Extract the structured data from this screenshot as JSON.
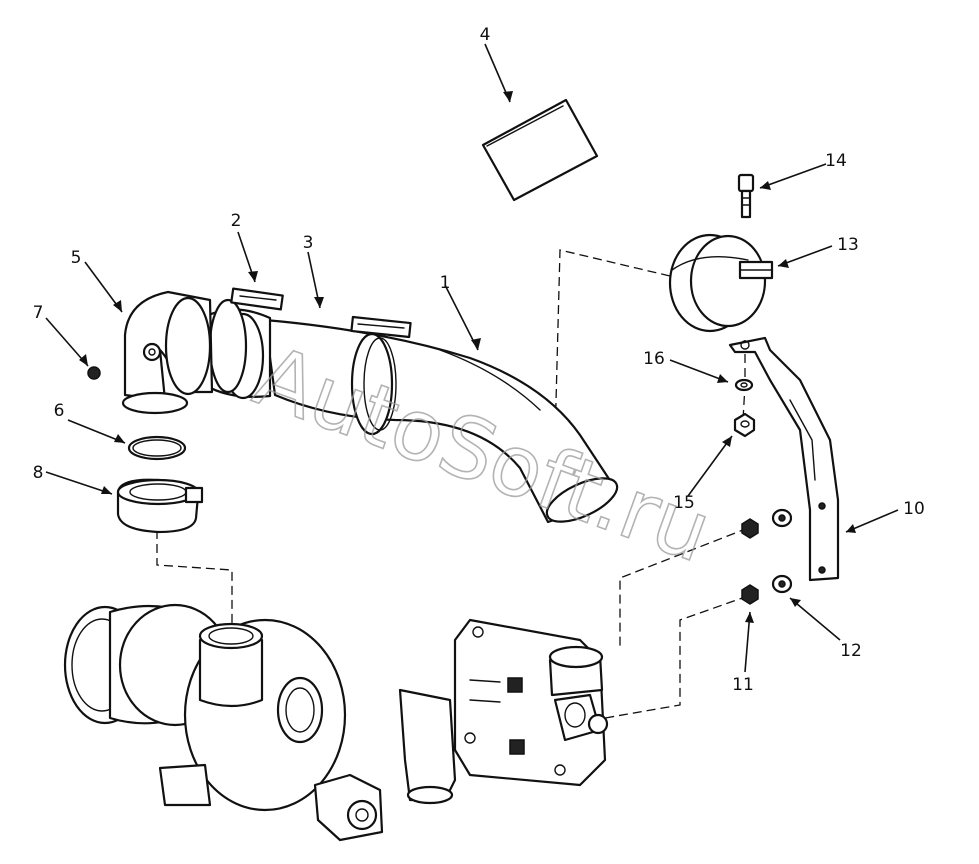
{
  "watermark": "AutoSoft.ru",
  "callouts": [
    {
      "id": "1",
      "label": "1"
    },
    {
      "id": "2",
      "label": "2"
    },
    {
      "id": "3",
      "label": "3"
    },
    {
      "id": "4",
      "label": "4"
    },
    {
      "id": "5",
      "label": "5"
    },
    {
      "id": "6",
      "label": "6"
    },
    {
      "id": "7",
      "label": "7"
    },
    {
      "id": "8",
      "label": "8"
    },
    {
      "id": "10",
      "label": "10"
    },
    {
      "id": "11",
      "label": "11"
    },
    {
      "id": "12",
      "label": "12"
    },
    {
      "id": "13",
      "label": "13"
    },
    {
      "id": "14",
      "label": "14"
    },
    {
      "id": "15",
      "label": "15"
    },
    {
      "id": "16",
      "label": "16"
    }
  ]
}
